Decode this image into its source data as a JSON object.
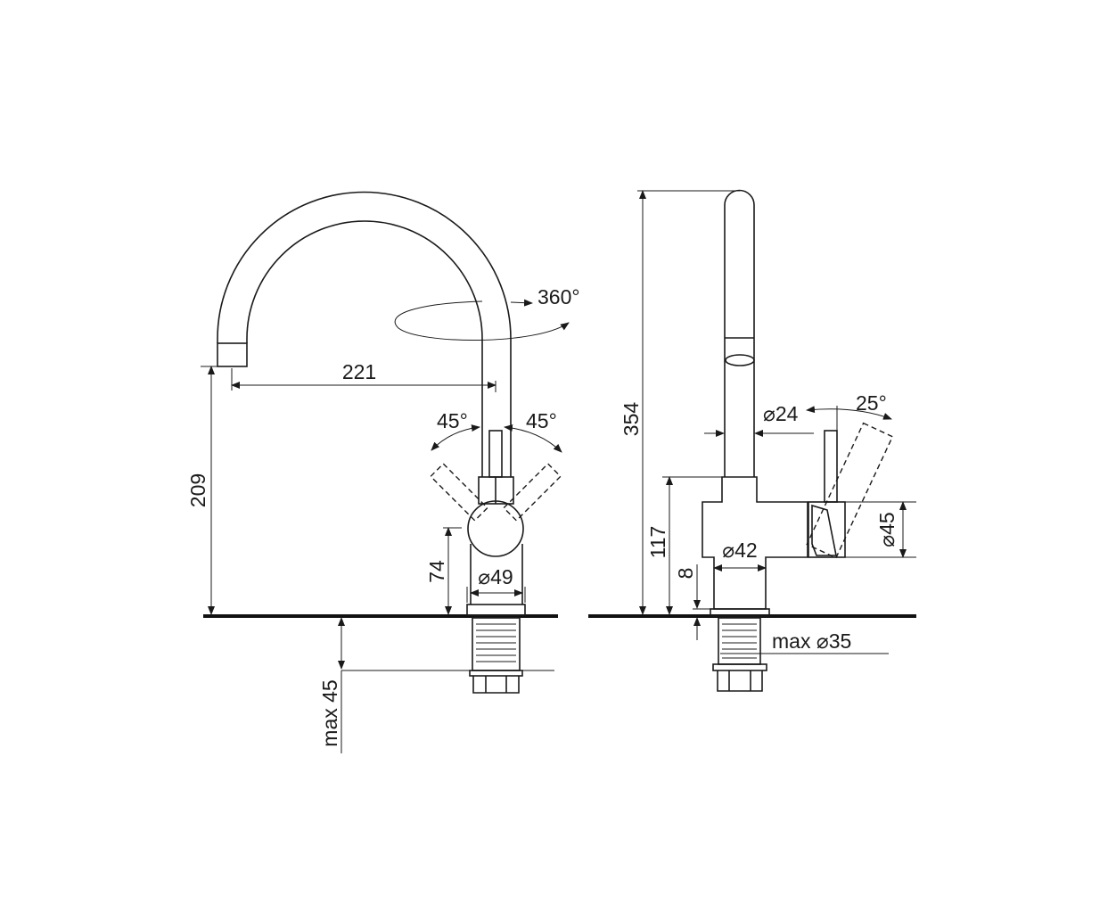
{
  "drawing": {
    "front_view": {
      "reach": "221",
      "spout_height": "209",
      "rotation": "360°",
      "lever_angle_left": "45°",
      "lever_angle_right": "45°",
      "body_height": "74",
      "body_diameter": "⌀49",
      "max_countertop": "max 45"
    },
    "side_view": {
      "total_height": "354",
      "body_top_height": "117",
      "plate_height": "8",
      "spout_diameter": "⌀24",
      "lever_angle": "25°",
      "cartridge_diameter": "⌀45",
      "base_diameter": "⌀42",
      "max_hole": "max ⌀35"
    }
  }
}
